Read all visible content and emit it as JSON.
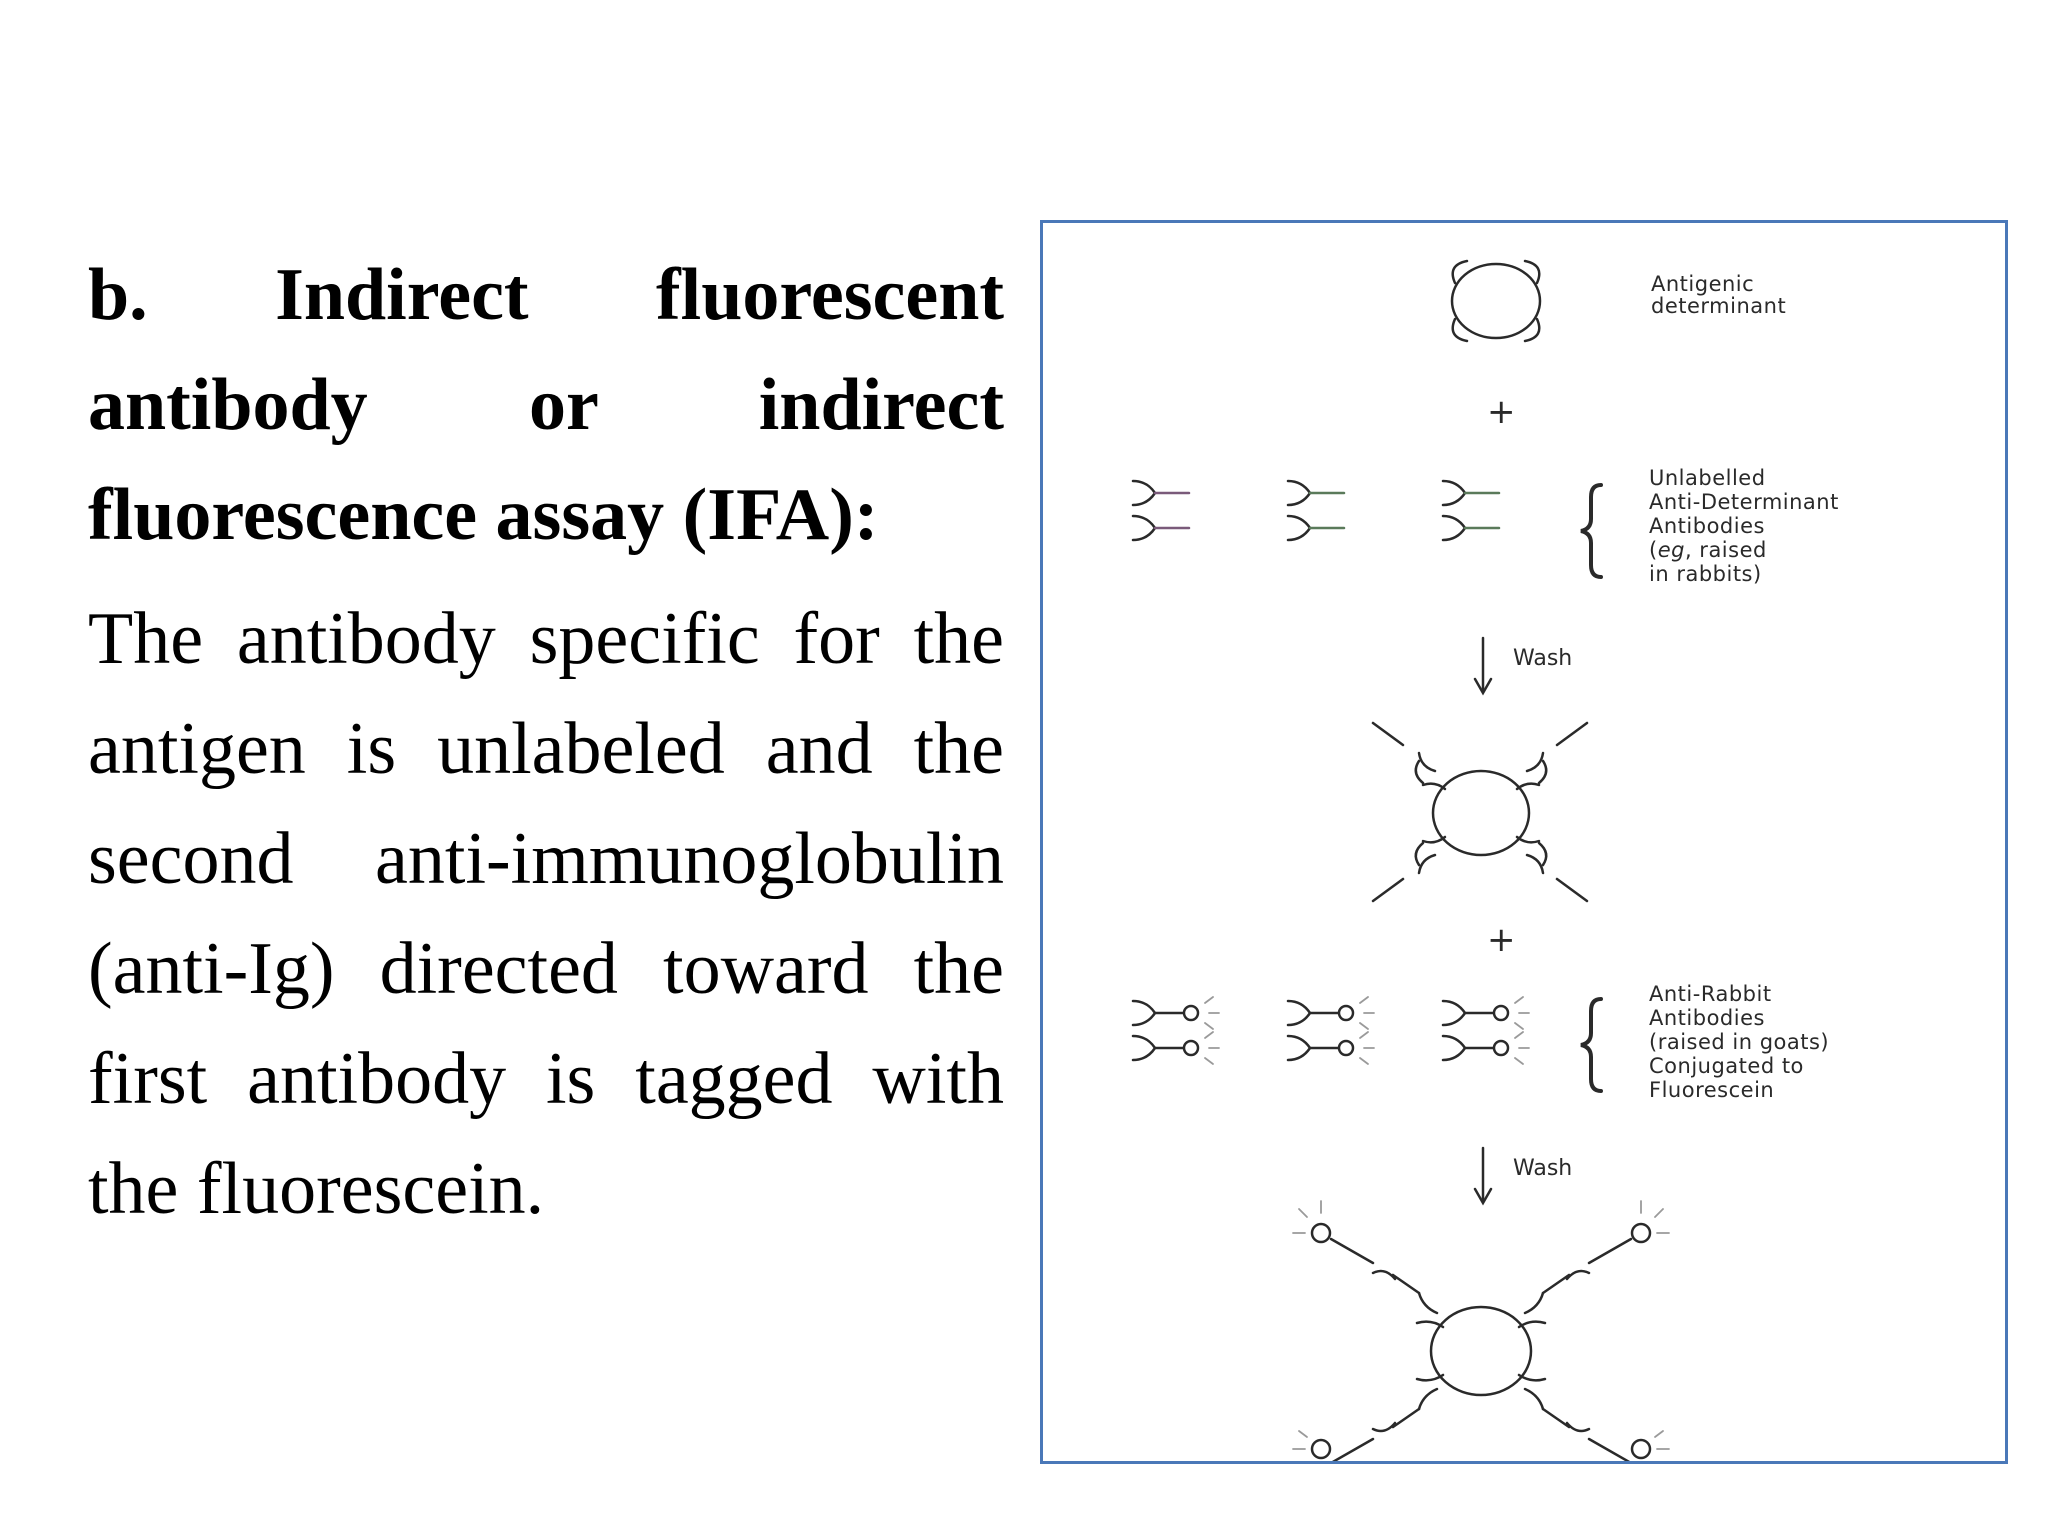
{
  "slide": {
    "heading": "b. Indirect fluorescent antibody or indirect fluorescence assay (IFA):",
    "body": "The antibody specific for the antigen is unlabeled and the second anti-immunoglobulin (anti-Ig) directed toward the first antibody is tagged with the fluorescein."
  },
  "diagram": {
    "labels": {
      "antigen_line1": "Antigenic",
      "antigen_line2": "determinant",
      "primary_line1": "Unlabelled",
      "primary_line2": "Anti-Determinant",
      "primary_line3": "Antibodies",
      "primary_line4_italic": "eg",
      "primary_line4_rest": ", raised",
      "primary_line4_open": "(",
      "primary_line5": "in rabbits)",
      "secondary_line1": "Anti-Rabbit",
      "secondary_line2": "Antibodies",
      "secondary_line3": "(raised in goats)",
      "secondary_line4": "Conjugated to",
      "secondary_line5": "Fluorescein",
      "wash1": "Wash",
      "wash2": "Wash",
      "plus1": "+",
      "plus2": "+"
    },
    "colors": {
      "frame": "#4a78b8",
      "ink": "#2a2a2a",
      "fluor_glow": "#9a9a9a"
    }
  }
}
